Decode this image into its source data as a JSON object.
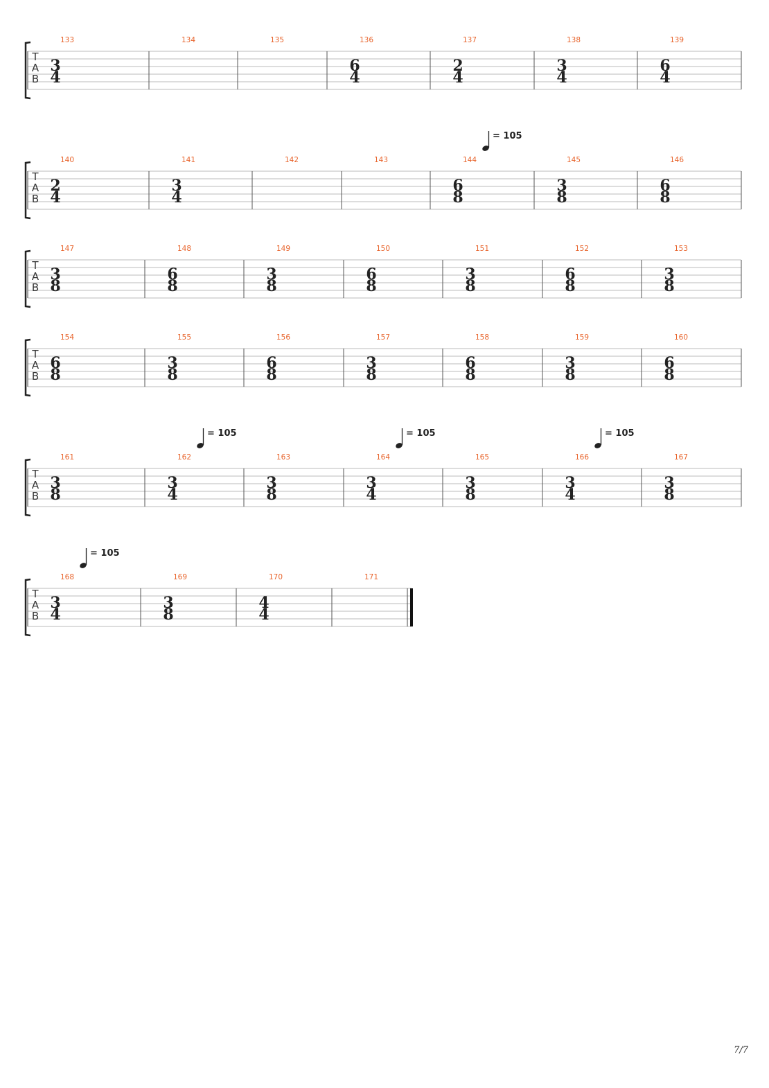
{
  "page_number": "7/7",
  "tab_label": [
    "T",
    "A",
    "B"
  ],
  "colors": {
    "measure_number": "#e8642c",
    "staff_line": "#bbbbbb",
    "barline": "#555555"
  },
  "systems": [
    {
      "measures": [
        {
          "number": "133",
          "time_signature": [
            "3",
            "4"
          ]
        },
        {
          "number": "134",
          "time_signature": null
        },
        {
          "number": "135",
          "time_signature": null
        },
        {
          "number": "136",
          "time_signature": [
            "6",
            "4"
          ]
        },
        {
          "number": "137",
          "time_signature": [
            "2",
            "4"
          ]
        },
        {
          "number": "138",
          "time_signature": [
            "3",
            "4"
          ]
        },
        {
          "number": "139",
          "time_signature": [
            "6",
            "4"
          ]
        }
      ],
      "tempo_marks": []
    },
    {
      "measures": [
        {
          "number": "140",
          "time_signature": [
            "2",
            "4"
          ]
        },
        {
          "number": "141",
          "time_signature": [
            "3",
            "4"
          ]
        },
        {
          "number": "142",
          "time_signature": null
        },
        {
          "number": "143",
          "time_signature": null
        },
        {
          "number": "144",
          "time_signature": [
            "6",
            "8"
          ],
          "tempo": "= 105"
        },
        {
          "number": "145",
          "time_signature": [
            "3",
            "8"
          ]
        },
        {
          "number": "146",
          "time_signature": [
            "6",
            "8"
          ]
        }
      ]
    },
    {
      "measures": [
        {
          "number": "147",
          "time_signature": [
            "3",
            "8"
          ]
        },
        {
          "number": "148",
          "time_signature": [
            "6",
            "8"
          ]
        },
        {
          "number": "149",
          "time_signature": [
            "3",
            "8"
          ]
        },
        {
          "number": "150",
          "time_signature": [
            "6",
            "8"
          ]
        },
        {
          "number": "151",
          "time_signature": [
            "3",
            "8"
          ]
        },
        {
          "number": "152",
          "time_signature": [
            "6",
            "8"
          ]
        },
        {
          "number": "153",
          "time_signature": [
            "3",
            "8"
          ]
        }
      ]
    },
    {
      "measures": [
        {
          "number": "154",
          "time_signature": [
            "6",
            "8"
          ]
        },
        {
          "number": "155",
          "time_signature": [
            "3",
            "8"
          ]
        },
        {
          "number": "156",
          "time_signature": [
            "6",
            "8"
          ]
        },
        {
          "number": "157",
          "time_signature": [
            "3",
            "8"
          ]
        },
        {
          "number": "158",
          "time_signature": [
            "6",
            "8"
          ]
        },
        {
          "number": "159",
          "time_signature": [
            "3",
            "8"
          ]
        },
        {
          "number": "160",
          "time_signature": [
            "6",
            "8"
          ]
        }
      ]
    },
    {
      "measures": [
        {
          "number": "161",
          "time_signature": [
            "3",
            "8"
          ]
        },
        {
          "number": "162",
          "time_signature": [
            "3",
            "4"
          ],
          "tempo": "= 105"
        },
        {
          "number": "163",
          "time_signature": [
            "3",
            "8"
          ]
        },
        {
          "number": "164",
          "time_signature": [
            "3",
            "4"
          ],
          "tempo": "= 105"
        },
        {
          "number": "165",
          "time_signature": [
            "3",
            "8"
          ]
        },
        {
          "number": "166",
          "time_signature": [
            "3",
            "4"
          ],
          "tempo": "= 105"
        },
        {
          "number": "167",
          "time_signature": [
            "3",
            "8"
          ]
        }
      ]
    },
    {
      "measures": [
        {
          "number": "168",
          "time_signature": [
            "3",
            "4"
          ],
          "tempo": "= 105"
        },
        {
          "number": "169",
          "time_signature": [
            "3",
            "8"
          ]
        },
        {
          "number": "170",
          "time_signature": [
            "4",
            "4"
          ]
        },
        {
          "number": "171",
          "time_signature": null
        }
      ],
      "final_barline": true
    }
  ]
}
